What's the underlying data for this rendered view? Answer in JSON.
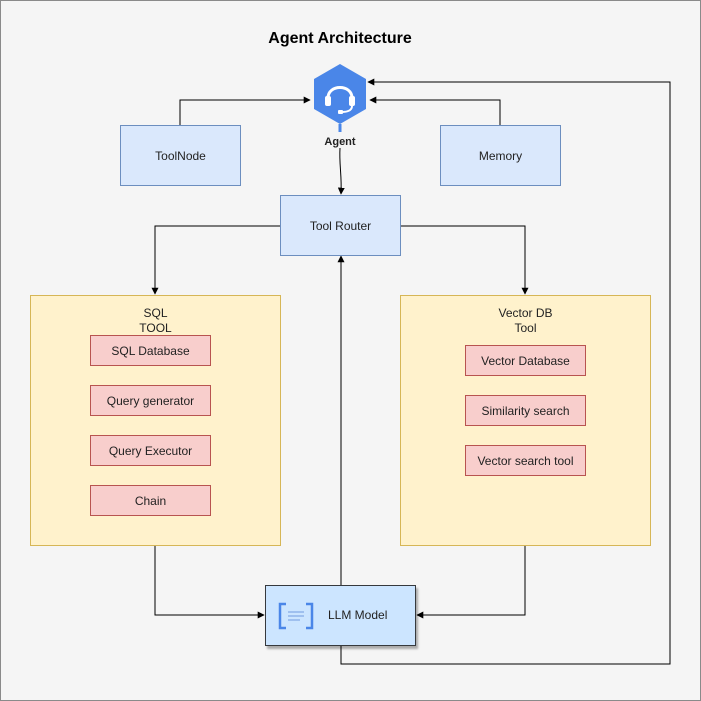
{
  "title": "Agent Architecture",
  "agent": {
    "label": "Agent",
    "icon": "headset-icon",
    "color": "#4a86e8"
  },
  "nodes": {
    "toolnode": "ToolNode",
    "memory": "Memory",
    "tool_router": "Tool Router",
    "llm_model": "LLM Model"
  },
  "sql_group": {
    "title": "SQL\nTOOL",
    "items": [
      "SQL Database",
      "Query generator",
      "Query Executor",
      "Chain"
    ]
  },
  "vector_group": {
    "title": "Vector DB\nTool",
    "items": [
      "Vector Database",
      "Similarity search",
      "Vector search tool"
    ]
  },
  "llm_icon": "bracket-icon",
  "colors": {
    "blue_fill": "#dae8fc",
    "blue_stroke": "#6c8ebf",
    "red_fill": "#f8cecc",
    "red_stroke": "#b85450",
    "yellow_fill": "#fff2cc",
    "yellow_stroke": "#d6b656",
    "llm_fill": "#cce5ff"
  }
}
